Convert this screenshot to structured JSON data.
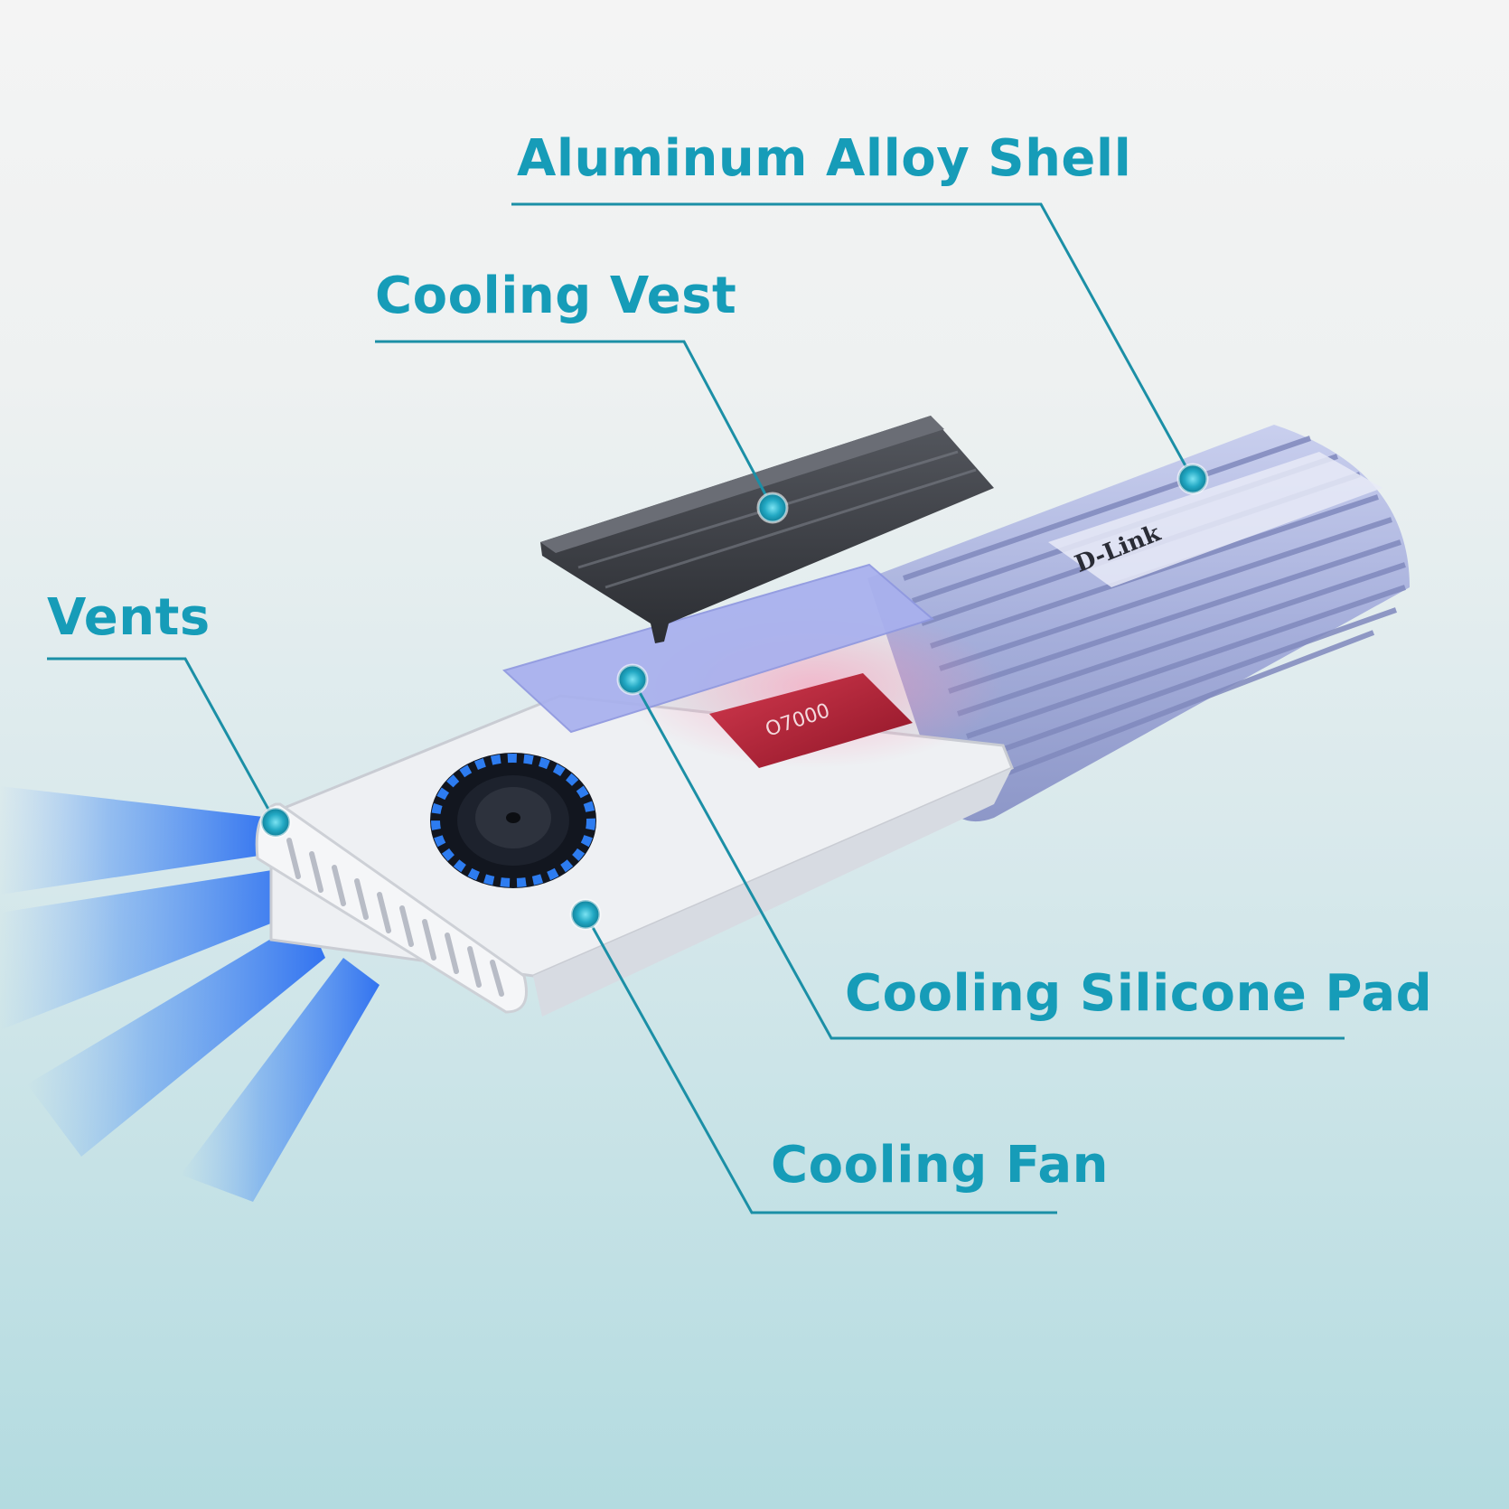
{
  "labels": {
    "aluminum_shell": "Aluminum Alloy Shell",
    "cooling_vest": "Cooling Vest",
    "vents": "Vents",
    "cooling_silicone_pad": "Cooling Silicone Pad",
    "cooling_fan": "Cooling Fan"
  },
  "product": {
    "brand": "D-Link",
    "ssd_model": "O7000"
  },
  "colors": {
    "accent": "#169cb8",
    "callout_line": "#1b8fa6",
    "marker": "#23a9c4",
    "airflow": "#2a6df0",
    "shell": "#aab3de",
    "vest": "#3a3d44",
    "pad": "#a8b0ee",
    "tray": "#f3f4f6",
    "ssd": "#b8233a"
  }
}
